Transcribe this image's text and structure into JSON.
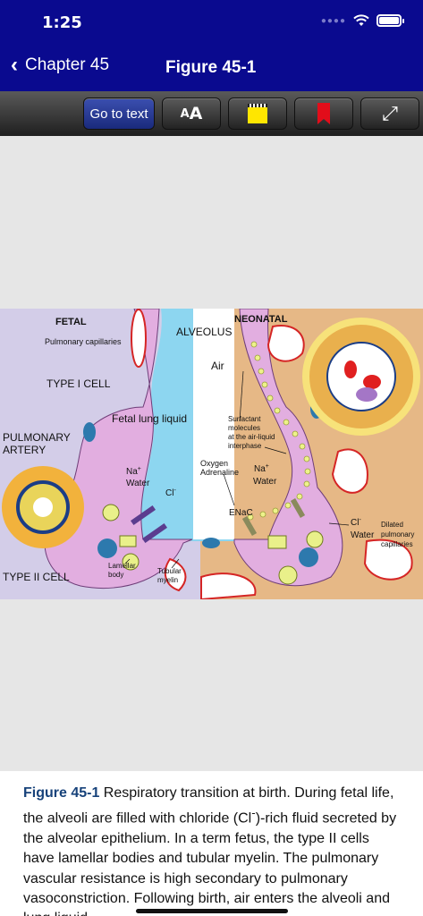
{
  "status": {
    "time": "1:25"
  },
  "nav": {
    "back_label": "Chapter 45",
    "title": "Figure 45-1"
  },
  "toolbar": {
    "go_to_text": "Go to text",
    "aa_small": "A",
    "aa_big": "A"
  },
  "figure": {
    "fetal": "FETAL",
    "neonatal": "NEONATAL",
    "alveolus": "ALVEOLUS",
    "pulmonary_capillaries": "Pulmonary capillaries",
    "type1": "TYPE I CELL",
    "fetal_fluid": "Fetal lung liquid",
    "air": "Air",
    "pulmonary": "PULMONARY",
    "artery": "ARTERY",
    "na": "Na",
    "water_left": "Water",
    "cl_left": "Cl",
    "surfactant1": "Surfactant",
    "surfactant2": "molecules",
    "surfactant3": "at the air-liquid",
    "surfactant4": "interphase",
    "oxygen": "Oxygen",
    "adrenaline": "Adrenaline",
    "na_right": "Na",
    "water_mid": "Water",
    "enac": "ENaC",
    "cl_right": "Cl",
    "water_right": "Water",
    "dilated1": "Dilated",
    "dilated2": "pulmonary",
    "dilated3": "capillaries",
    "type2": "TYPE II CELL",
    "lamellar1": "Lamellar",
    "lamellar2": "body",
    "tubular1": "Tubular",
    "tubular2": "myelin",
    "plus": "+",
    "minus": "-"
  },
  "caption": {
    "label": "Figure 45-1",
    "text": " Respiratory transition at birth. During fetal life, the alveoli are filled with chloride (Cl",
    "sup": "-",
    "text2": ")-rich fluid secreted by the alveolar epithelium. In a term fetus, the type II cells have lamellar bodies and tubular myelin. The pulmonary vascular resistance is high secondary to pulmonary vasoconstriction. Following birth, air enters the alveoli and lung liquid"
  }
}
